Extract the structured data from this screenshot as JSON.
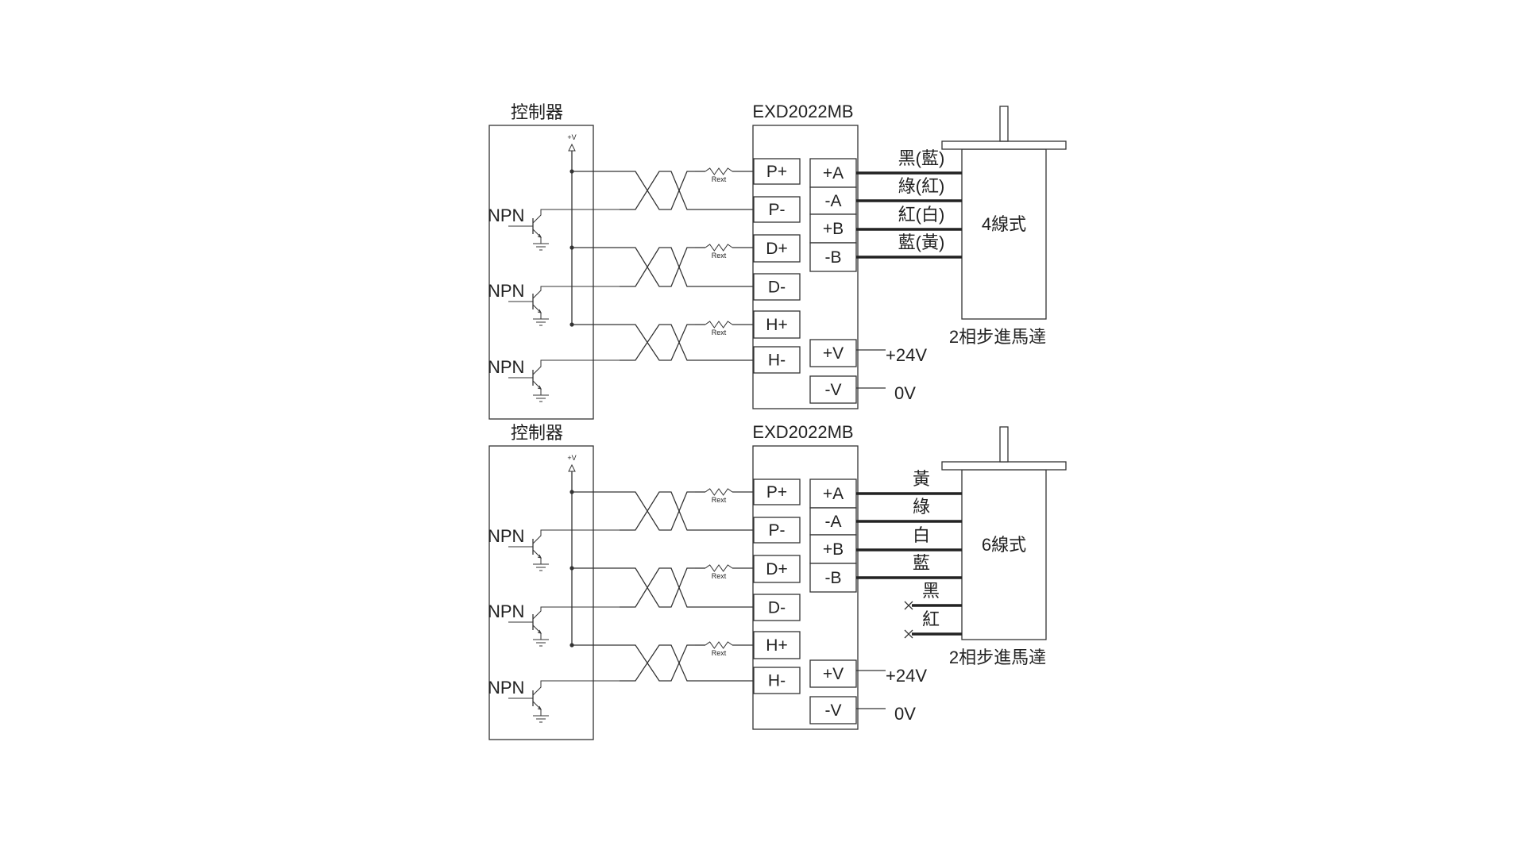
{
  "diagrams": [
    {
      "controller_label": "控制器",
      "driver_label": "EXD2022MB",
      "vplus_label": "+V",
      "npn_labels": [
        "NPN",
        "NPN",
        "NPN"
      ],
      "resistor_labels": [
        "Rext",
        "Rext",
        "Rext"
      ],
      "input_terminals": [
        "P+",
        "P-",
        "D+",
        "D-",
        "H+",
        "H-"
      ],
      "motor_terminals": [
        "+A",
        "-A",
        "+B",
        "-B"
      ],
      "power_terminals": [
        "+V",
        "-V"
      ],
      "power_labels": [
        "+24V",
        "0V"
      ],
      "wire_labels": [
        "黑(藍)",
        "綠(紅)",
        "紅(白)",
        "藍(黃)"
      ],
      "motor_type": "4線式",
      "motor_name": "2相步進馬達"
    },
    {
      "controller_label": "控制器",
      "driver_label": "EXD2022MB",
      "vplus_label": "+V",
      "npn_labels": [
        "NPN",
        "NPN",
        "NPN"
      ],
      "resistor_labels": [
        "Rext",
        "Rext",
        "Rext"
      ],
      "input_terminals": [
        "P+",
        "P-",
        "D+",
        "D-",
        "H+",
        "H-"
      ],
      "motor_terminals": [
        "+A",
        "-A",
        "+B",
        "-B"
      ],
      "power_terminals": [
        "+V",
        "-V"
      ],
      "power_labels": [
        "+24V",
        "0V"
      ],
      "wire_labels": [
        "黃",
        "綠",
        "白",
        "藍"
      ],
      "unused_wire_labels": [
        "黑",
        "紅"
      ],
      "motor_type": "6線式",
      "motor_name": "2相步進馬達"
    }
  ]
}
